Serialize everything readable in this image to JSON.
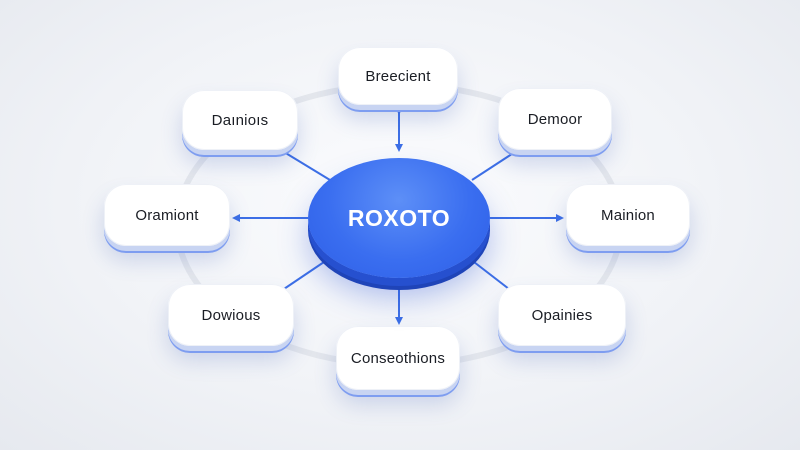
{
  "hub": {
    "label": "ROXOTO"
  },
  "nodes": [
    {
      "id": "breecient",
      "label": "Breecient"
    },
    {
      "id": "demoor",
      "label": "Demoor"
    },
    {
      "id": "mainion",
      "label": "Mainion"
    },
    {
      "id": "opainies",
      "label": "Opainies"
    },
    {
      "id": "conseothions",
      "label": "Conseothions"
    },
    {
      "id": "dowious",
      "label": "Dowious"
    },
    {
      "id": "oramiont",
      "label": "Oramiont"
    },
    {
      "id": "dainios",
      "label": "Daınioıs"
    }
  ],
  "colors": {
    "accent": "#3a6ef0",
    "arrow": "#3d6fe6",
    "ring": "#e3e6ec"
  }
}
